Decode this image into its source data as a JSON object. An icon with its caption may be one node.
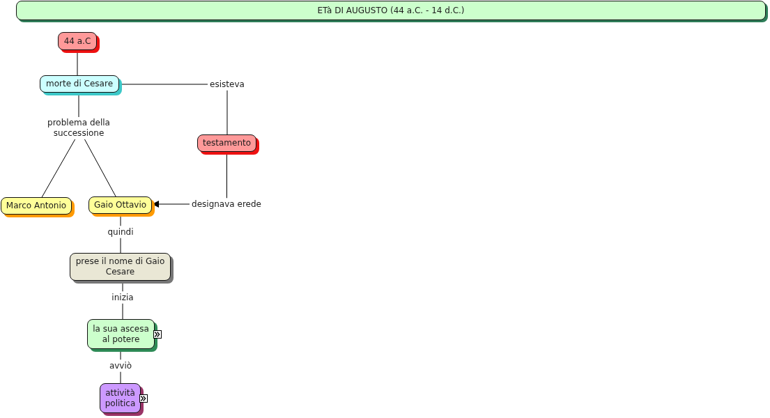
{
  "diagram": {
    "nodes": [
      {
        "text": [
          "ETà DI AUGUSTO (44 a.C. - 14 d.C.)"
        ]
      },
      {
        "text": [
          "44 a.C"
        ]
      },
      {
        "text": [
          "morte di Cesare"
        ]
      },
      {
        "text": [
          "esisteva"
        ]
      },
      {
        "text": [
          "problema della successione"
        ]
      },
      {
        "text": [
          "testamento"
        ]
      },
      {
        "text": [
          "Marco Antonio"
        ]
      },
      {
        "text": [
          "Gaio Ottavio"
        ]
      },
      {
        "text": [
          "designava erede"
        ]
      },
      {
        "text": [
          "quindi"
        ]
      },
      {
        "text": [
          "prese il nome di Gaio Cesare"
        ]
      },
      {
        "text": [
          "inizia"
        ]
      },
      {
        "text": [
          "la sua ascesa al potere"
        ]
      },
      {
        "text": [
          "avviò"
        ]
      },
      {
        "text": [
          "attività politica"
        ]
      }
    ],
    "edges": [
      {
        "from": 1,
        "to": 2,
        "arrow": "none"
      },
      {
        "from": 2,
        "to": 3,
        "arrow": "none"
      },
      {
        "from": 3,
        "to": 5,
        "arrow": "none"
      },
      {
        "from": 2,
        "to": 4,
        "arrow": "none"
      },
      {
        "from": 4,
        "to": 6,
        "arrow": "none"
      },
      {
        "from": 4,
        "to": 7,
        "arrow": "none"
      },
      {
        "from": 5,
        "to": 8,
        "arrow": "none"
      },
      {
        "from": 8,
        "to": 7,
        "arrow": "to"
      },
      {
        "from": 7,
        "to": 9,
        "arrow": "none"
      },
      {
        "from": 9,
        "to": 10,
        "arrow": "none"
      },
      {
        "from": 10,
        "to": 11,
        "arrow": "none"
      },
      {
        "from": 11,
        "to": 12,
        "arrow": "none"
      },
      {
        "from": 12,
        "to": 13,
        "arrow": "none"
      },
      {
        "from": 13,
        "to": 14,
        "arrow": "none"
      }
    ]
  }
}
